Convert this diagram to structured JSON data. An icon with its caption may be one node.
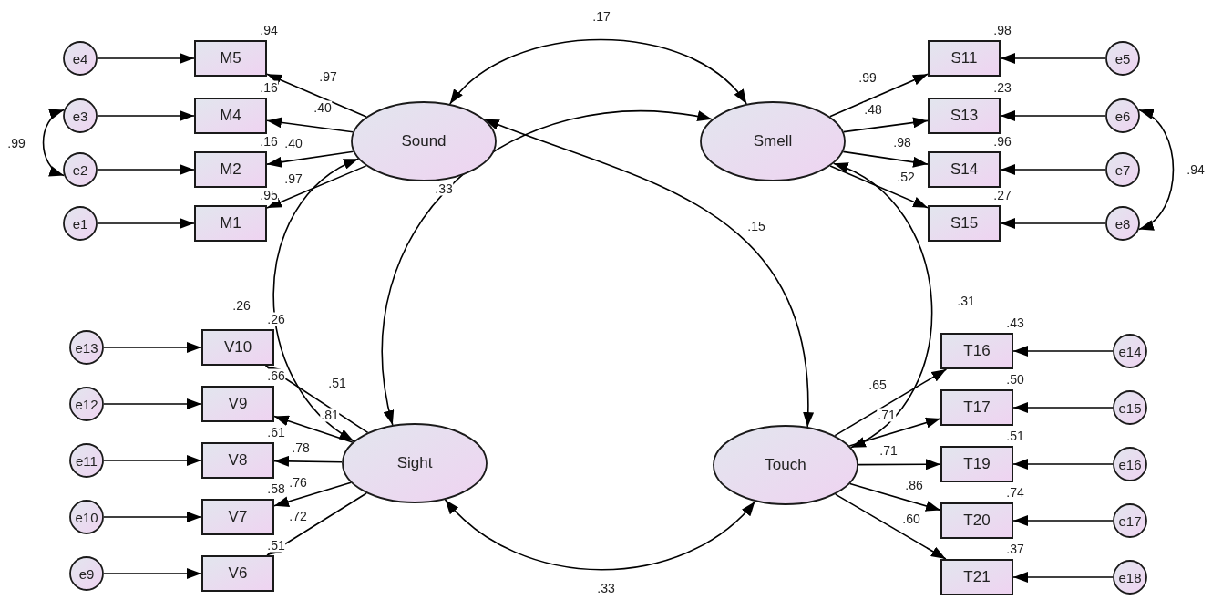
{
  "diagram": {
    "nodes": [
      {
        "text": [
          "Sound"
        ]
      },
      {
        "text": [
          "M5"
        ],
        "beside": [
          ".94"
        ]
      },
      {
        "text": [
          "M4"
        ],
        "beside": [
          ".16"
        ]
      },
      {
        "text": [
          "M2"
        ],
        "beside": [
          ".16"
        ]
      },
      {
        "text": [
          "M1"
        ],
        "beside": [
          ".95"
        ]
      },
      {
        "text": [
          "e4"
        ]
      },
      {
        "text": [
          "e3"
        ]
      },
      {
        "text": [
          "e2"
        ]
      },
      {
        "text": [
          "e1"
        ]
      },
      {
        "text": [
          "Smell"
        ]
      },
      {
        "text": [
          "S11"
        ],
        "beside": [
          ".98"
        ]
      },
      {
        "text": [
          "S13"
        ],
        "beside": [
          ".23"
        ]
      },
      {
        "text": [
          "S14"
        ],
        "beside": [
          ".96"
        ]
      },
      {
        "text": [
          "S15"
        ],
        "beside": [
          ".27"
        ]
      },
      {
        "text": [
          "e5"
        ]
      },
      {
        "text": [
          "e6"
        ]
      },
      {
        "text": [
          "e7"
        ]
      },
      {
        "text": [
          "e8"
        ]
      },
      {
        "text": [
          "Sight"
        ]
      },
      {
        "text": [
          "V10"
        ],
        "beside": [
          ".26"
        ]
      },
      {
        "text": [
          "V9"
        ],
        "beside": [
          ".66"
        ]
      },
      {
        "text": [
          "V8"
        ],
        "beside": [
          ".61"
        ]
      },
      {
        "text": [
          "V7"
        ],
        "beside": [
          ".58"
        ]
      },
      {
        "text": [
          "V6"
        ],
        "beside": [
          ".51"
        ]
      },
      {
        "text": [
          "e13"
        ]
      },
      {
        "text": [
          "e12"
        ]
      },
      {
        "text": [
          "e11"
        ]
      },
      {
        "text": [
          "e10"
        ]
      },
      {
        "text": [
          "e9"
        ]
      },
      {
        "text": [
          "Touch"
        ]
      },
      {
        "text": [
          "T16"
        ],
        "beside": [
          ".43"
        ]
      },
      {
        "text": [
          "T17"
        ],
        "beside": [
          ".50"
        ]
      },
      {
        "text": [
          "T19"
        ],
        "beside": [
          ".51"
        ]
      },
      {
        "text": [
          "T20"
        ],
        "beside": [
          ".74"
        ]
      },
      {
        "text": [
          "T21"
        ],
        "beside": [
          ".37"
        ]
      },
      {
        "text": [
          "e14"
        ]
      },
      {
        "text": [
          "e15"
        ]
      },
      {
        "text": [
          "e16"
        ]
      },
      {
        "text": [
          "e17"
        ]
      },
      {
        "text": [
          "e18"
        ]
      }
    ],
    "edges": [
      {
        "from": 0,
        "to": 1,
        "arrow": "to",
        "label": ".97"
      },
      {
        "from": 0,
        "to": 2,
        "arrow": "to",
        "label": ".40"
      },
      {
        "from": 0,
        "to": 3,
        "arrow": "to",
        "label": ".40"
      },
      {
        "from": 0,
        "to": 4,
        "arrow": "to",
        "label": ".97"
      },
      {
        "from": 5,
        "to": 1,
        "arrow": "to"
      },
      {
        "from": 6,
        "to": 2,
        "arrow": "to"
      },
      {
        "from": 7,
        "to": 3,
        "arrow": "to"
      },
      {
        "from": 8,
        "to": 4,
        "arrow": "to"
      },
      {
        "from": 6,
        "to": 7,
        "arrow": "both",
        "label": ".99"
      },
      {
        "from": 9,
        "to": 10,
        "arrow": "to",
        "label": ".99"
      },
      {
        "from": 9,
        "to": 11,
        "arrow": "to",
        "label": ".48"
      },
      {
        "from": 9,
        "to": 12,
        "arrow": "to",
        "label": ".98"
      },
      {
        "from": 9,
        "to": 13,
        "arrow": "to",
        "label": ".52"
      },
      {
        "from": 14,
        "to": 10,
        "arrow": "to"
      },
      {
        "from": 15,
        "to": 11,
        "arrow": "to"
      },
      {
        "from": 16,
        "to": 12,
        "arrow": "to"
      },
      {
        "from": 17,
        "to": 13,
        "arrow": "to"
      },
      {
        "from": 15,
        "to": 17,
        "arrow": "both",
        "label": ".94"
      },
      {
        "from": 18,
        "to": 19,
        "arrow": "to",
        "label": ".51"
      },
      {
        "from": 18,
        "to": 20,
        "arrow": "to",
        "label": ".81"
      },
      {
        "from": 18,
        "to": 21,
        "arrow": "to",
        "label": ".78"
      },
      {
        "from": 18,
        "to": 22,
        "arrow": "to",
        "label": ".76"
      },
      {
        "from": 18,
        "to": 23,
        "arrow": "to",
        "label": ".72"
      },
      {
        "from": 24,
        "to": 19,
        "arrow": "to"
      },
      {
        "from": 25,
        "to": 20,
        "arrow": "to"
      },
      {
        "from": 26,
        "to": 21,
        "arrow": "to"
      },
      {
        "from": 27,
        "to": 22,
        "arrow": "to"
      },
      {
        "from": 28,
        "to": 23,
        "arrow": "to"
      },
      {
        "from": 29,
        "to": 30,
        "arrow": "to",
        "label": ".65"
      },
      {
        "from": 29,
        "to": 31,
        "arrow": "to",
        "label": ".71"
      },
      {
        "from": 29,
        "to": 32,
        "arrow": "to",
        "label": ".71"
      },
      {
        "from": 29,
        "to": 33,
        "arrow": "to",
        "label": ".86"
      },
      {
        "from": 29,
        "to": 34,
        "arrow": "to",
        "label": ".60"
      },
      {
        "from": 35,
        "to": 30,
        "arrow": "to"
      },
      {
        "from": 36,
        "to": 31,
        "arrow": "to"
      },
      {
        "from": 37,
        "to": 32,
        "arrow": "to"
      },
      {
        "from": 38,
        "to": 33,
        "arrow": "to"
      },
      {
        "from": 39,
        "to": 34,
        "arrow": "to"
      },
      {
        "from": 0,
        "to": 9,
        "arrow": "both",
        "label": ".17"
      },
      {
        "from": 18,
        "to": 29,
        "arrow": "both",
        "label": ".33"
      },
      {
        "from": 0,
        "to": 29,
        "arrow": "both",
        "label": ".15"
      },
      {
        "from": 9,
        "to": 18,
        "arrow": "both",
        "label": ".33"
      },
      {
        "from": 0,
        "to": 18,
        "arrow": "both",
        "label": ".26"
      },
      {
        "from": 9,
        "to": 29,
        "arrow": "both",
        "label": ".31"
      }
    ]
  }
}
